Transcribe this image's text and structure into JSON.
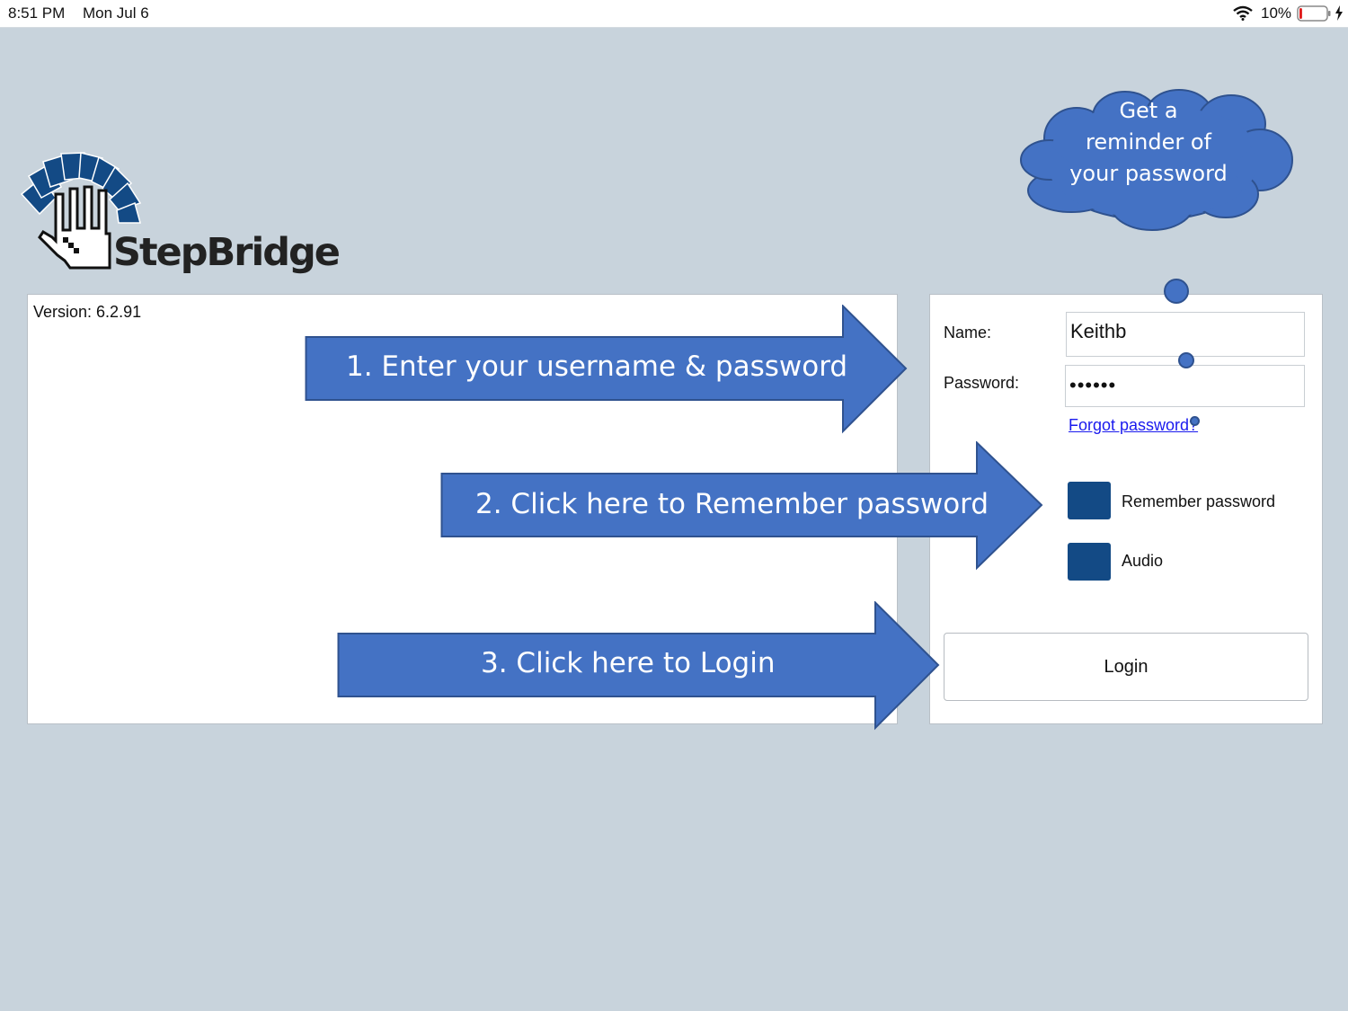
{
  "status_bar": {
    "time": "8:51 PM",
    "date": "Mon Jul 6",
    "battery_percent": "10%",
    "battery_level": 0.1,
    "icons": [
      "wifi-icon",
      "battery-icon",
      "charging-bolt-icon"
    ]
  },
  "app": {
    "brand_name": "StepBridge",
    "registered_mark": "®",
    "version_text": "Version: 6.2.91"
  },
  "login_form": {
    "name_label": "Name:",
    "name_value": "Keithb",
    "password_label": "Password:",
    "password_value": "••••••",
    "forgot_link": "Forgot password?",
    "remember_label": "Remember password",
    "audio_label": "Audio",
    "login_button": "Login"
  },
  "annotations": {
    "step1": "1. Enter your username & password",
    "step2": "2. Click here to Remember password",
    "step3": "3. Click here to Login",
    "cloud_callout": "Get a reminder of your password"
  },
  "colors": {
    "background": "#c8d3dc",
    "annotation_blue": "#4472c4",
    "annotation_border": "#2f528f",
    "checkbox_blue": "#134a85",
    "link_blue": "#1a1aee"
  }
}
